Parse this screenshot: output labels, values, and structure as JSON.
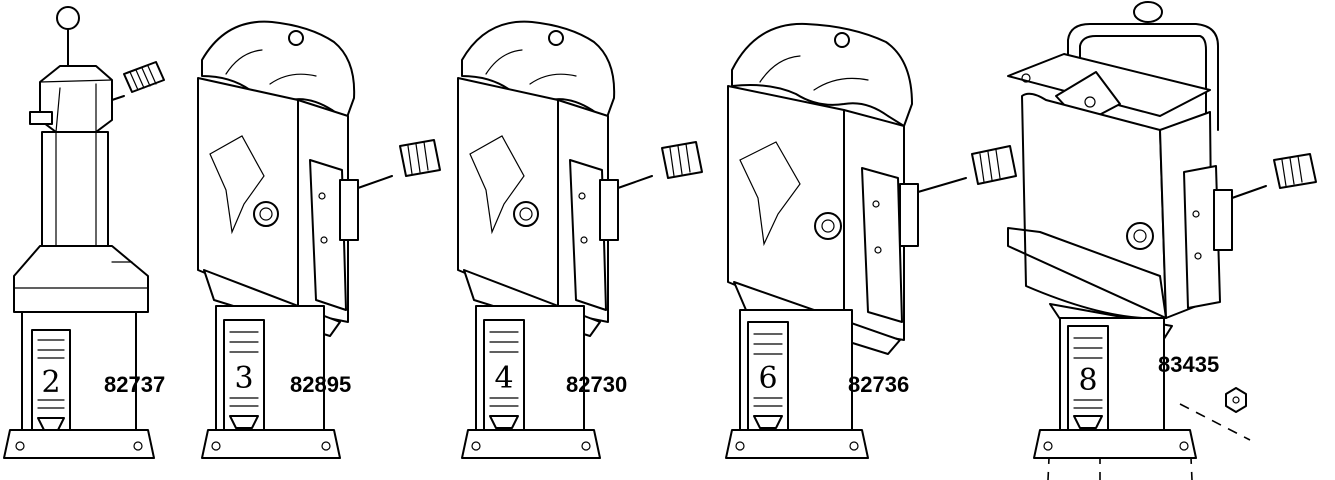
{
  "pumps": [
    {
      "part_number": "82737",
      "ratio": "2"
    },
    {
      "part_number": "82895",
      "ratio": "3"
    },
    {
      "part_number": "82730",
      "ratio": "4"
    },
    {
      "part_number": "82736",
      "ratio": "6"
    },
    {
      "part_number": "83435",
      "ratio": "8"
    }
  ]
}
